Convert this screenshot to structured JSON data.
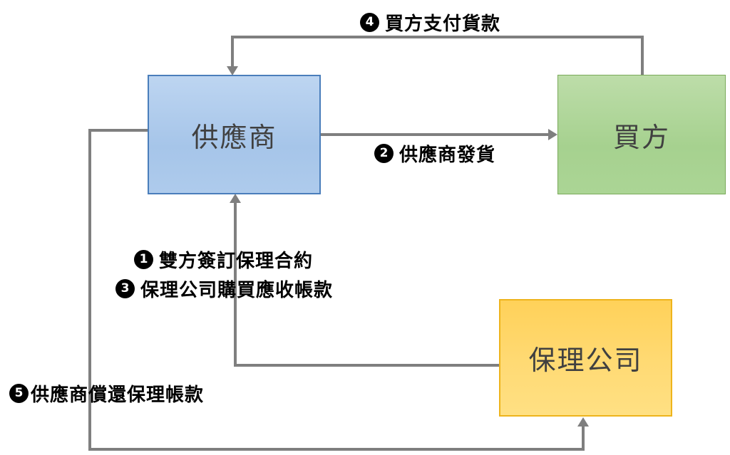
{
  "diagram": {
    "type": "flow-diagram",
    "background_color": "#ffffff",
    "connector_color": "#7f7f7f",
    "label_text_color": "#000000",
    "nodes": [
      {
        "id": "supplier",
        "label": "供應商",
        "fill": "#aecbec",
        "border": "#4a7ebb"
      },
      {
        "id": "buyer",
        "label": "買方",
        "fill": "#abd595",
        "border": "#7aa95a"
      },
      {
        "id": "factor",
        "label": "保理公司",
        "fill": "#ffd966",
        "border": "#eeb41c"
      }
    ],
    "labels": [
      {
        "num": "1",
        "text": "雙方簽訂保理合約"
      },
      {
        "num": "2",
        "text": "供應商發貨"
      },
      {
        "num": "3",
        "text": "保理公司購買應收帳款"
      },
      {
        "num": "4",
        "text": "買方支付貨款"
      },
      {
        "num": "5",
        "text": "供應商償還保理帳款"
      }
    ]
  }
}
